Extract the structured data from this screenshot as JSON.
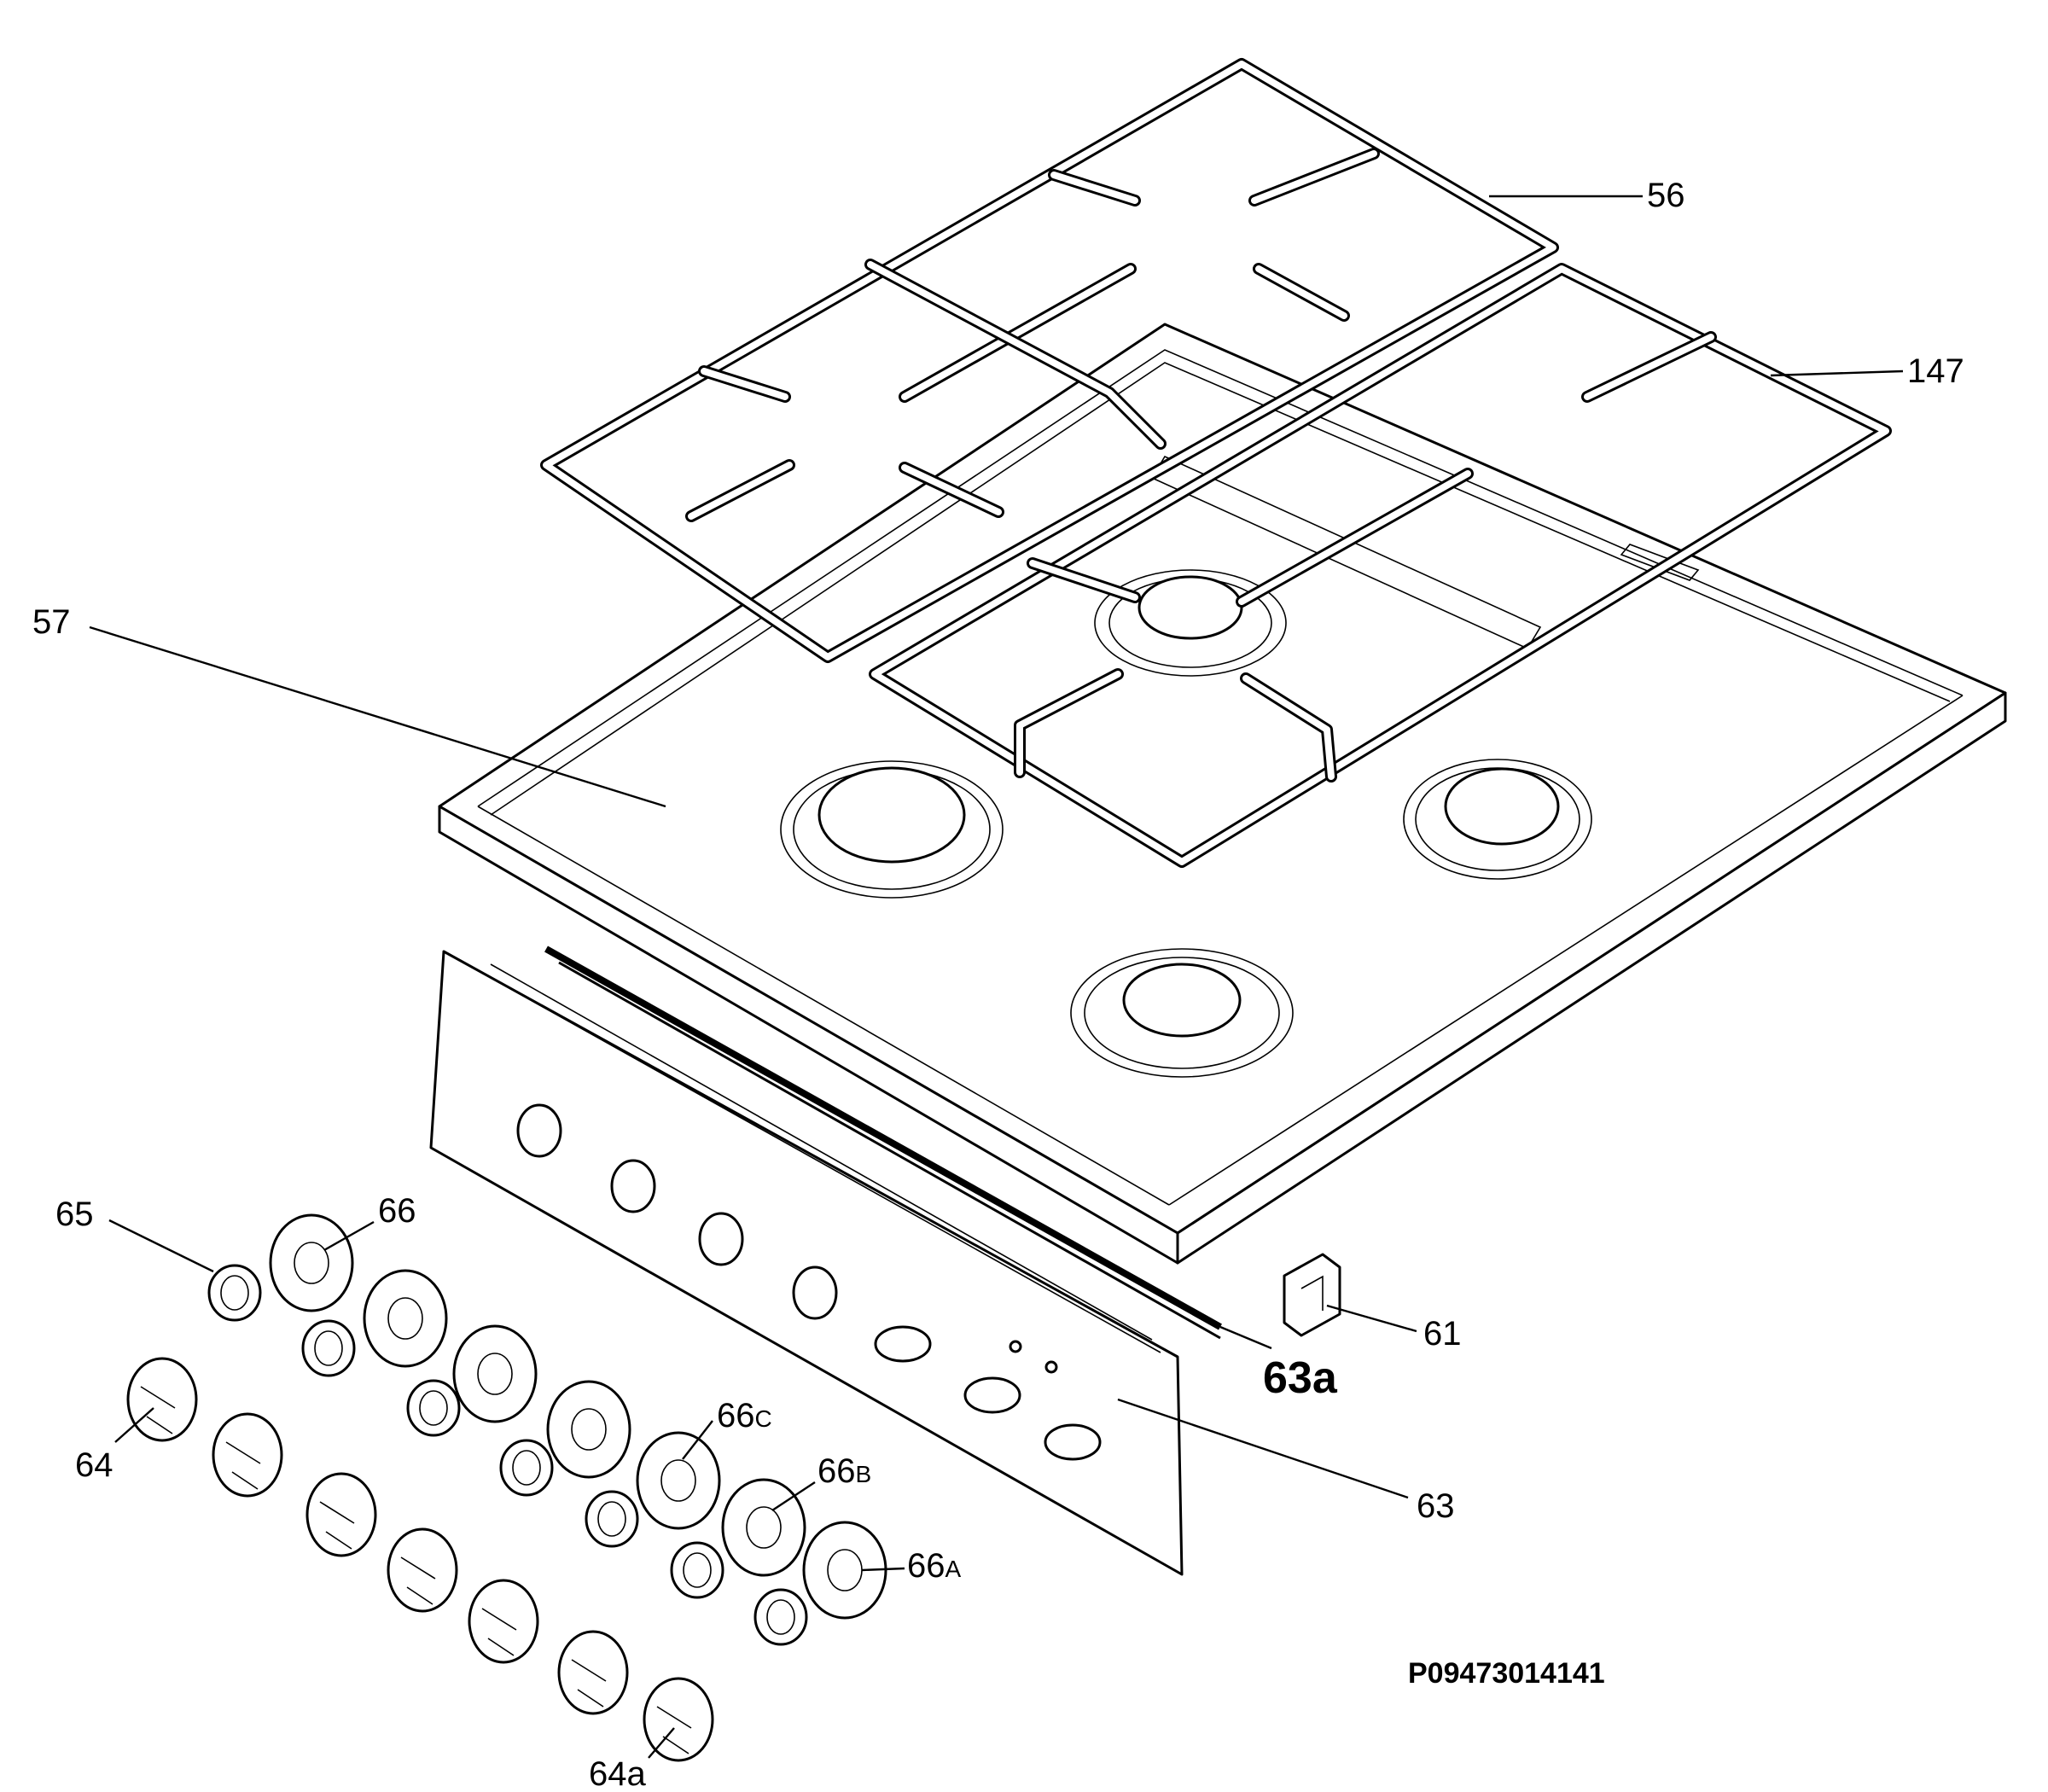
{
  "labels": {
    "grate_main": "56",
    "grate_side": "147",
    "hob_top": "57",
    "spring": "65",
    "ring": "66",
    "clip": "61",
    "gasket": "63a",
    "control_panel": "63",
    "knob": "64",
    "knob_last": "64a",
    "ring_c": "66",
    "ring_c_suffix": "C",
    "ring_b": "66",
    "ring_b_suffix": "B",
    "ring_a": "66",
    "ring_a_suffix": "A"
  },
  "drawing_code": "P09473014141"
}
